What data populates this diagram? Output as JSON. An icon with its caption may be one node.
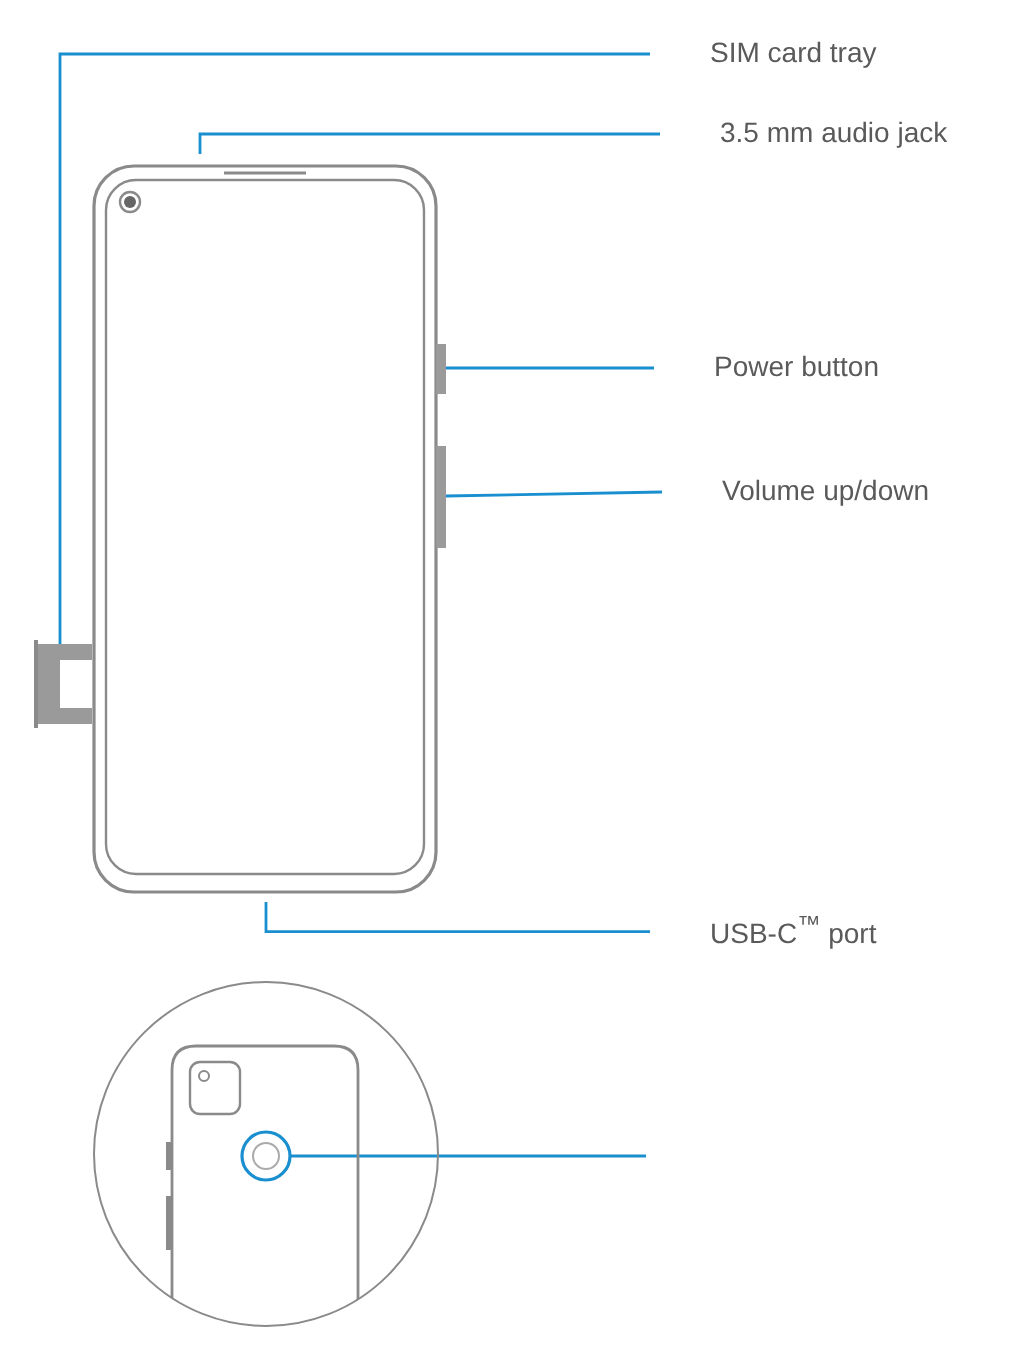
{
  "diagram": {
    "nodes": [
      {
        "text": [
          "SIM card tray"
        ]
      },
      {
        "text": [
          "3.5 mm audio jack"
        ]
      },
      {
        "text": [
          "Power button"
        ]
      },
      {
        "text": [
          "Volume up/down"
        ]
      },
      {
        "text": [
          "USB-C$^{™}$ port"
        ]
      },
      {
        "text": [],
        "shape": "box"
      },
      {
        "text": [],
        "shape": "bar"
      },
      {
        "text": [],
        "shape": "bar"
      },
      {
        "text": [],
        "shape": "circle"
      }
    ],
    "edges": [
      {
        "from": 0,
        "to": 5,
        "arrow": "none"
      },
      {
        "from": 1,
        "to": null,
        "arrow": "none"
      },
      {
        "from": 2,
        "to": 6,
        "arrow": "none"
      },
      {
        "from": 3,
        "to": 7,
        "arrow": "none"
      },
      {
        "from": 4,
        "to": null,
        "arrow": "none"
      },
      {
        "from": null,
        "to": 8,
        "arrow": "none"
      }
    ]
  }
}
